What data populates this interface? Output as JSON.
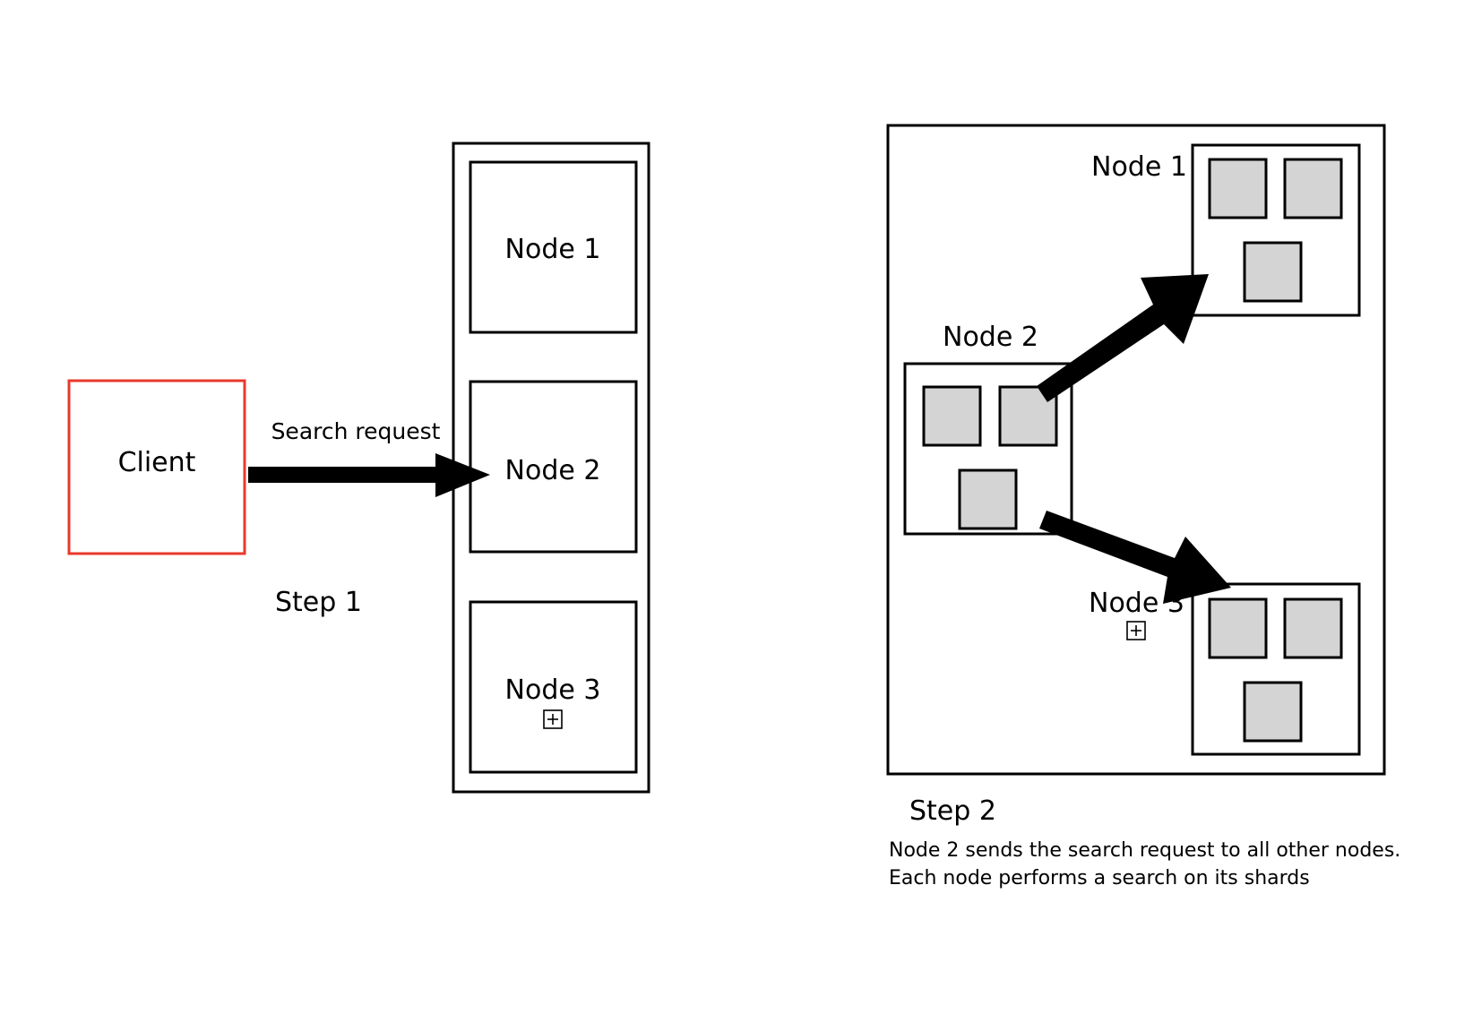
{
  "colors": {
    "stroke": "#000000",
    "client_border": "#e8392b",
    "shard_fill": "#d4d4d4",
    "background": "#ffffff"
  },
  "step1": {
    "client_label": "Client",
    "request_label": "Search request",
    "step_label": "Step 1",
    "nodes": [
      {
        "label": "Node 1"
      },
      {
        "label": "Node 2"
      },
      {
        "label": "Node 3",
        "icon": "expand-icon"
      }
    ]
  },
  "step2": {
    "step_label": "Step 2",
    "description_line1": "Node 2 sends the search request to all other nodes.",
    "description_line2": "Each node performs a search on its shards",
    "nodes": [
      {
        "label": "Node 1",
        "shards": 3
      },
      {
        "label": "Node 2",
        "shards": 3
      },
      {
        "label": "Node 3",
        "shards": 3,
        "icon": "expand-icon"
      }
    ]
  }
}
